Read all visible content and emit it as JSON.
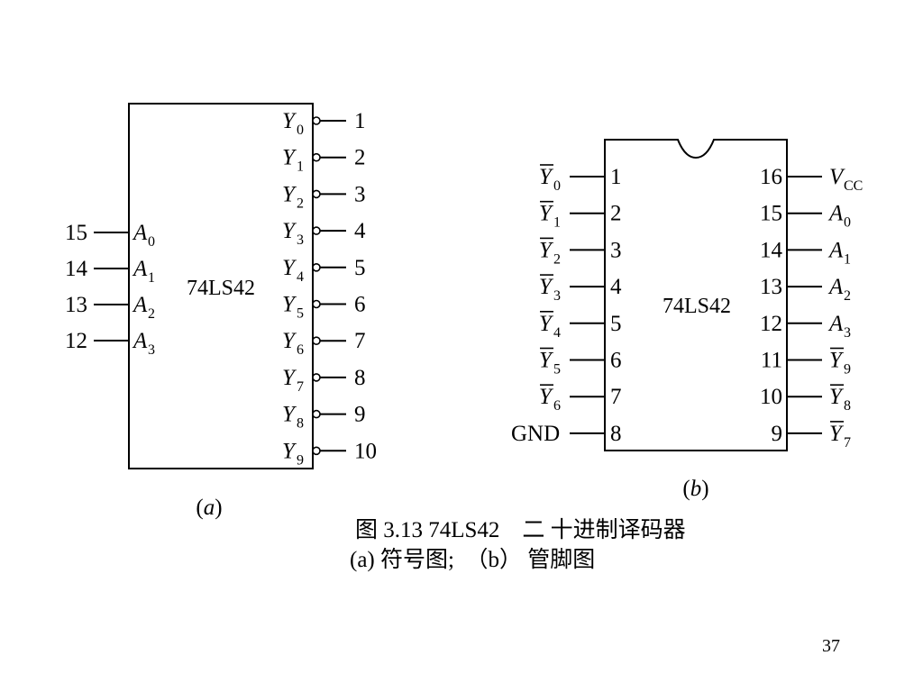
{
  "diagram_a": {
    "chip_label": "74LS42",
    "caption": "a",
    "inputs": [
      {
        "pin": "15",
        "name": "A",
        "sub": "0"
      },
      {
        "pin": "14",
        "name": "A",
        "sub": "1"
      },
      {
        "pin": "13",
        "name": "A",
        "sub": "2"
      },
      {
        "pin": "12",
        "name": "A",
        "sub": "3"
      }
    ],
    "outputs": [
      {
        "pin": "1",
        "name": "Y",
        "sub": "0"
      },
      {
        "pin": "2",
        "name": "Y",
        "sub": "1"
      },
      {
        "pin": "3",
        "name": "Y",
        "sub": "2"
      },
      {
        "pin": "4",
        "name": "Y",
        "sub": "3"
      },
      {
        "pin": "5",
        "name": "Y",
        "sub": "4"
      },
      {
        "pin": "6",
        "name": "Y",
        "sub": "5"
      },
      {
        "pin": "7",
        "name": "Y",
        "sub": "6"
      },
      {
        "pin": "8",
        "name": "Y",
        "sub": "7"
      },
      {
        "pin": "9",
        "name": "Y",
        "sub": "8"
      },
      {
        "pin": "10",
        "name": "Y",
        "sub": "9"
      }
    ]
  },
  "diagram_b": {
    "chip_label": "74LS42",
    "caption": "b",
    "left_pins": [
      {
        "pin": "1",
        "name": "Y",
        "sub": "0",
        "bar": true
      },
      {
        "pin": "2",
        "name": "Y",
        "sub": "1",
        "bar": true
      },
      {
        "pin": "3",
        "name": "Y",
        "sub": "2",
        "bar": true
      },
      {
        "pin": "4",
        "name": "Y",
        "sub": "3",
        "bar": true
      },
      {
        "pin": "5",
        "name": "Y",
        "sub": "4",
        "bar": true
      },
      {
        "pin": "6",
        "name": "Y",
        "sub": "5",
        "bar": true
      },
      {
        "pin": "7",
        "name": "Y",
        "sub": "6",
        "bar": true
      },
      {
        "pin": "8",
        "name": "GND",
        "sub": "",
        "bar": false
      }
    ],
    "right_pins": [
      {
        "pin": "16",
        "name": "V",
        "sub": "CC",
        "bar": false
      },
      {
        "pin": "15",
        "name": "A",
        "sub": "0",
        "bar": false
      },
      {
        "pin": "14",
        "name": "A",
        "sub": "1",
        "bar": false
      },
      {
        "pin": "13",
        "name": "A",
        "sub": "2",
        "bar": false
      },
      {
        "pin": "12",
        "name": "A",
        "sub": "3",
        "bar": false
      },
      {
        "pin": "11",
        "name": "Y",
        "sub": "9",
        "bar": true
      },
      {
        "pin": "10",
        "name": "Y",
        "sub": "8",
        "bar": true
      },
      {
        "pin": "9",
        "name": "Y",
        "sub": "7",
        "bar": true
      }
    ]
  },
  "figure_caption": {
    "line1": "图 3.13 74LS42　二 十进制译码器",
    "line2": "(a) 符号图;  （b） 管脚图"
  },
  "page_number": "37"
}
